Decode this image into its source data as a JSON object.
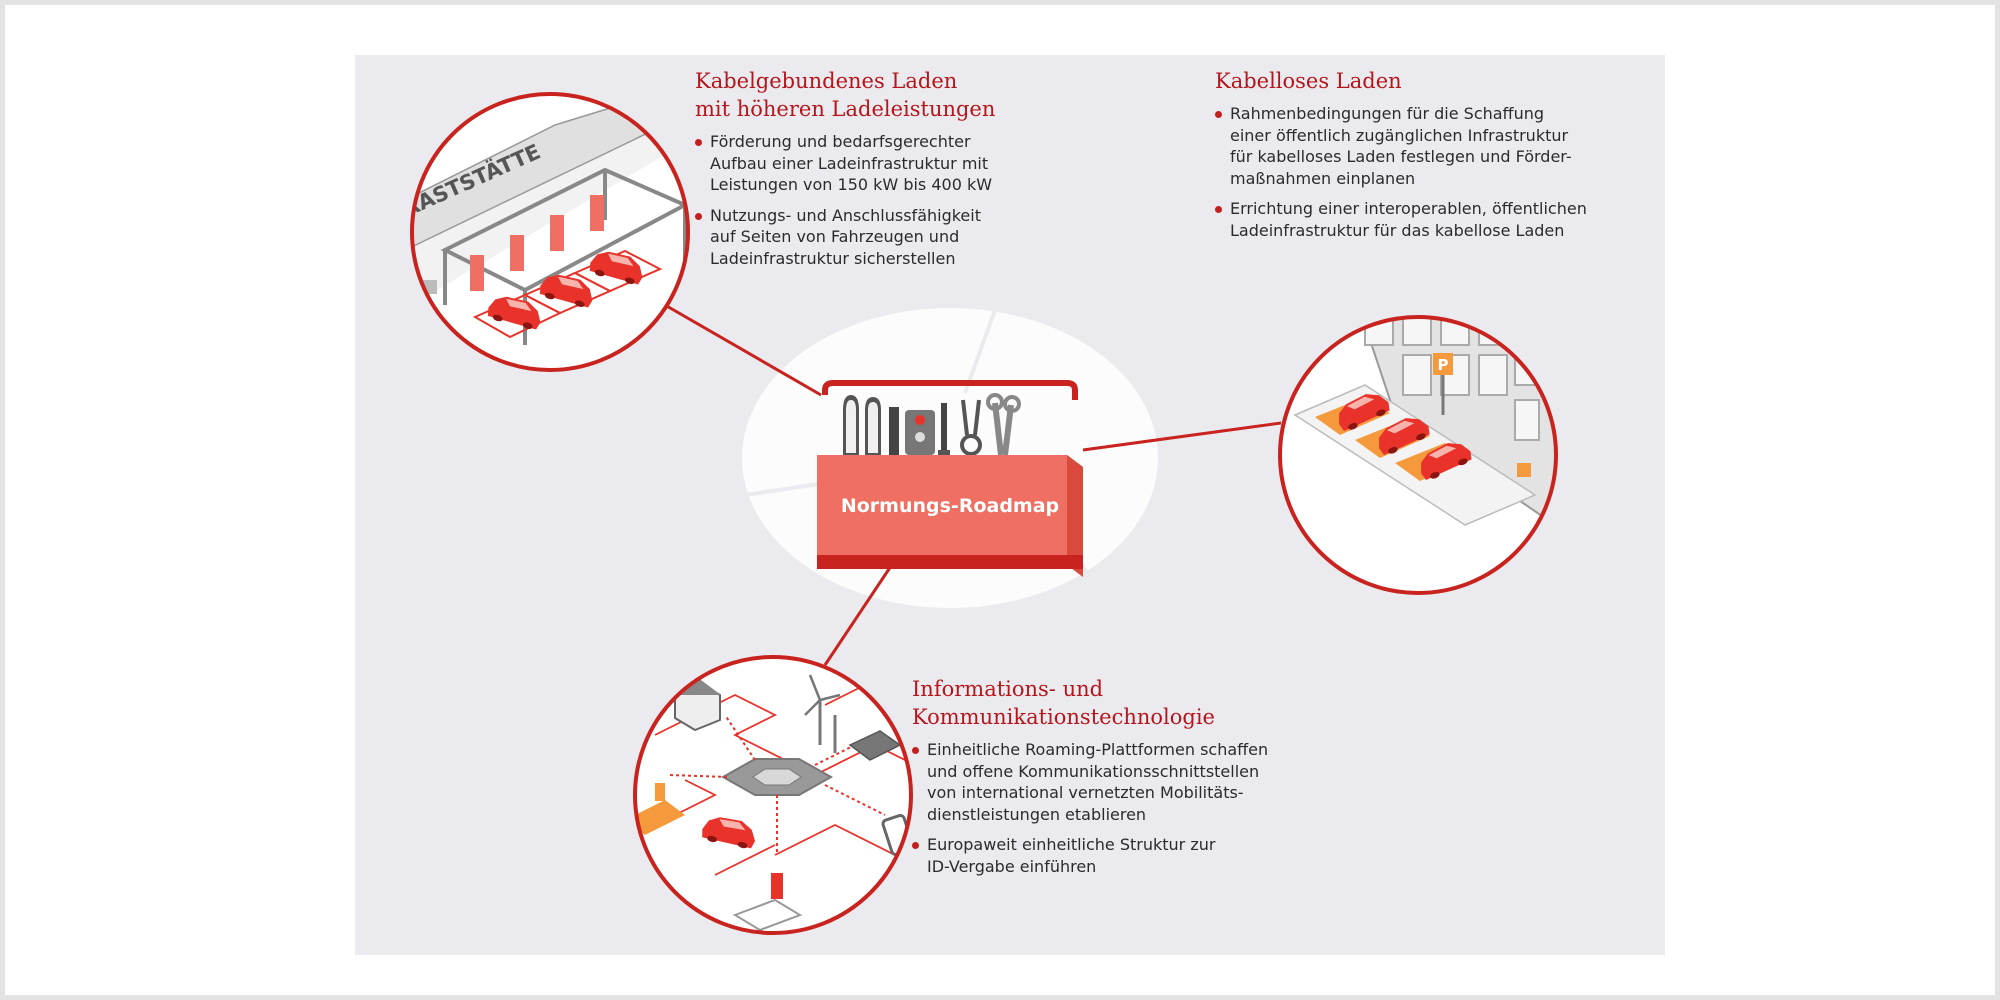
{
  "center": {
    "label": "Normungs-Roadmap"
  },
  "sections": {
    "wired": {
      "title_lines": [
        "Kabelgebundenes Laden",
        "mit höheren Ladeleistungen"
      ],
      "bullets": [
        [
          "Förderung und bedarfsgerechter",
          "Aufbau einer Ladeinfrastruktur mit",
          "Leistungen von 150 kW bis 400 kW"
        ],
        [
          "Nutzungs- und Anschlussfähigkeit",
          "auf Seiten von Fahrzeugen und",
          "Ladeinfrastruktur sicherstellen"
        ]
      ],
      "illustration_sign": "RASTSTÄTTE"
    },
    "wireless": {
      "title_lines": [
        "Kabelloses Laden"
      ],
      "bullets": [
        [
          "Rahmenbedingungen für die Schaffung",
          "einer öffentlich zugänglichen Infrastruktur",
          "für kabelloses Laden festlegen und Förder-",
          "maßnahmen einplanen"
        ],
        [
          "Errichtung einer interoperablen, öffentlichen",
          "Ladeinfrastruktur für das kabellose Laden"
        ]
      ],
      "illustration_sign": "P"
    },
    "ict": {
      "title_lines": [
        "Informations- und",
        "Kommunikationstechnologie"
      ],
      "bullets": [
        [
          "Einheitliche Roaming-Plattformen schaffen",
          "und offene Kommunikationsschnittstellen",
          "von international vernetzten Mobilitäts-",
          "dienstleistungen etablieren"
        ],
        [
          "Europaweit einheitliche Struktur zur",
          "ID-Vergabe einführen"
        ]
      ]
    }
  },
  "colors": {
    "accent_red": "#c8231e",
    "coral": "#ef6f62",
    "light_coral": "#f6a89d",
    "orange": "#f59a3c",
    "panel_bg": "#ebebef",
    "title_red": "#b5161c"
  }
}
